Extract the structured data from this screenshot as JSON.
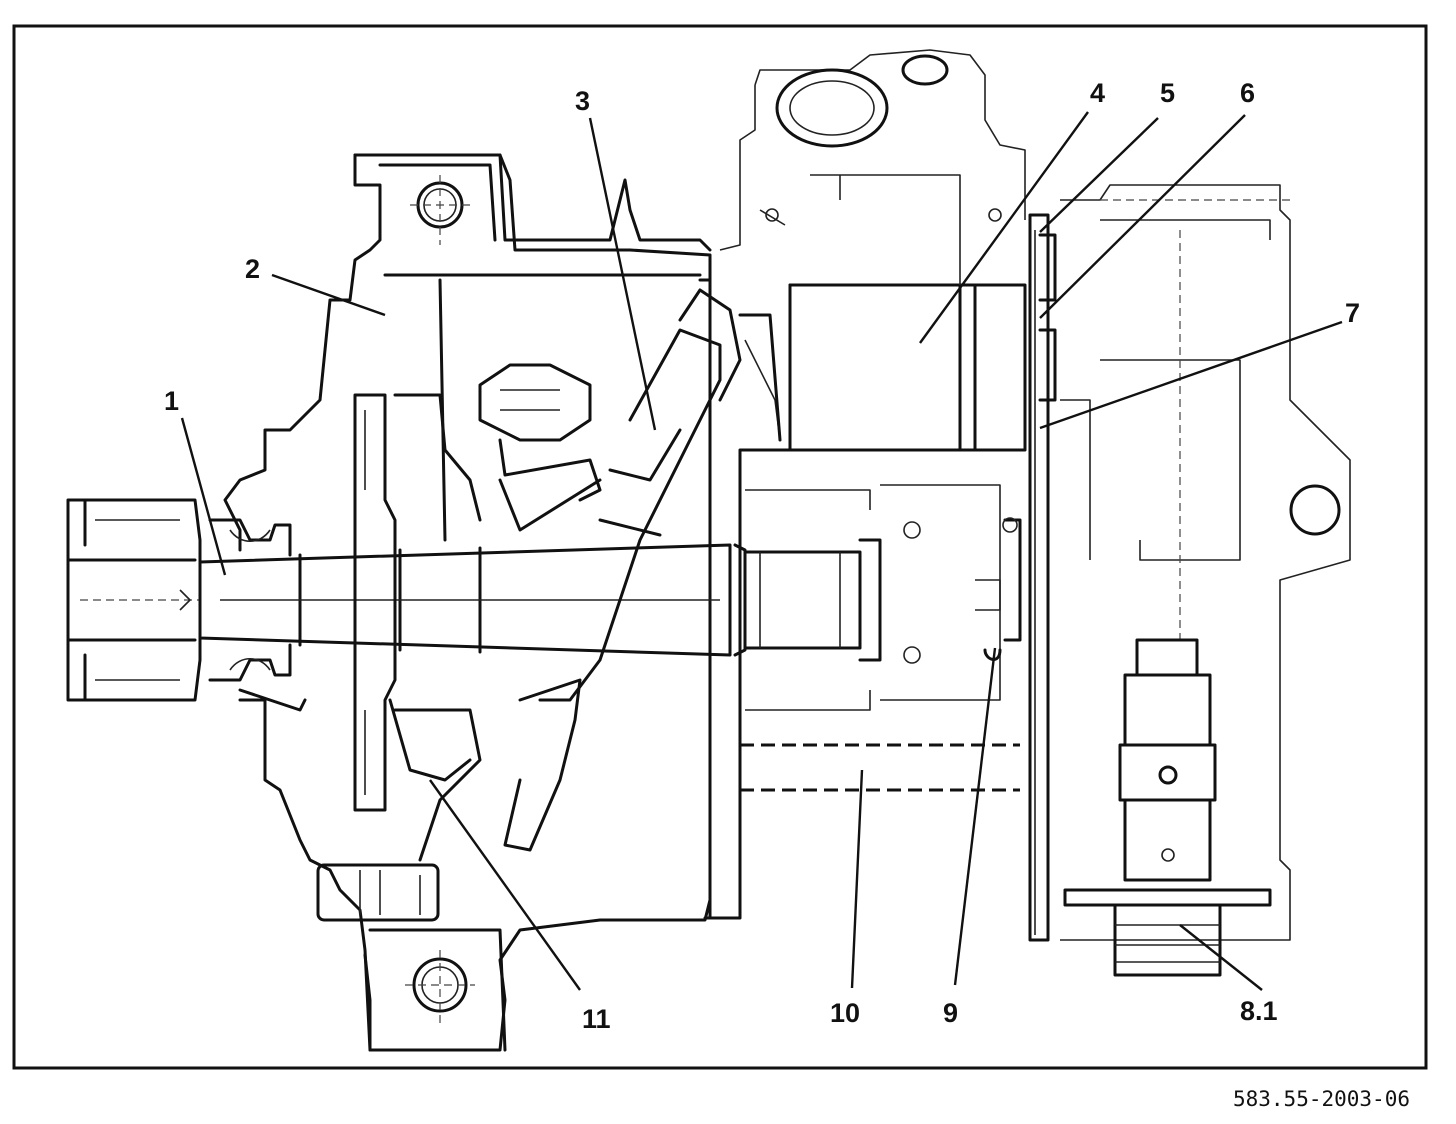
{
  "figure": {
    "callouts": {
      "c1": "1",
      "c2": "2",
      "c3": "3",
      "c4": "4",
      "c5": "5",
      "c6": "6",
      "c7": "7",
      "c8_1": "8.1",
      "c9": "9",
      "c10": "10",
      "c11": "11"
    },
    "figure_id": "583.55-2003-06"
  },
  "colors": {
    "ink": "#111111",
    "paper": "#ffffff"
  }
}
